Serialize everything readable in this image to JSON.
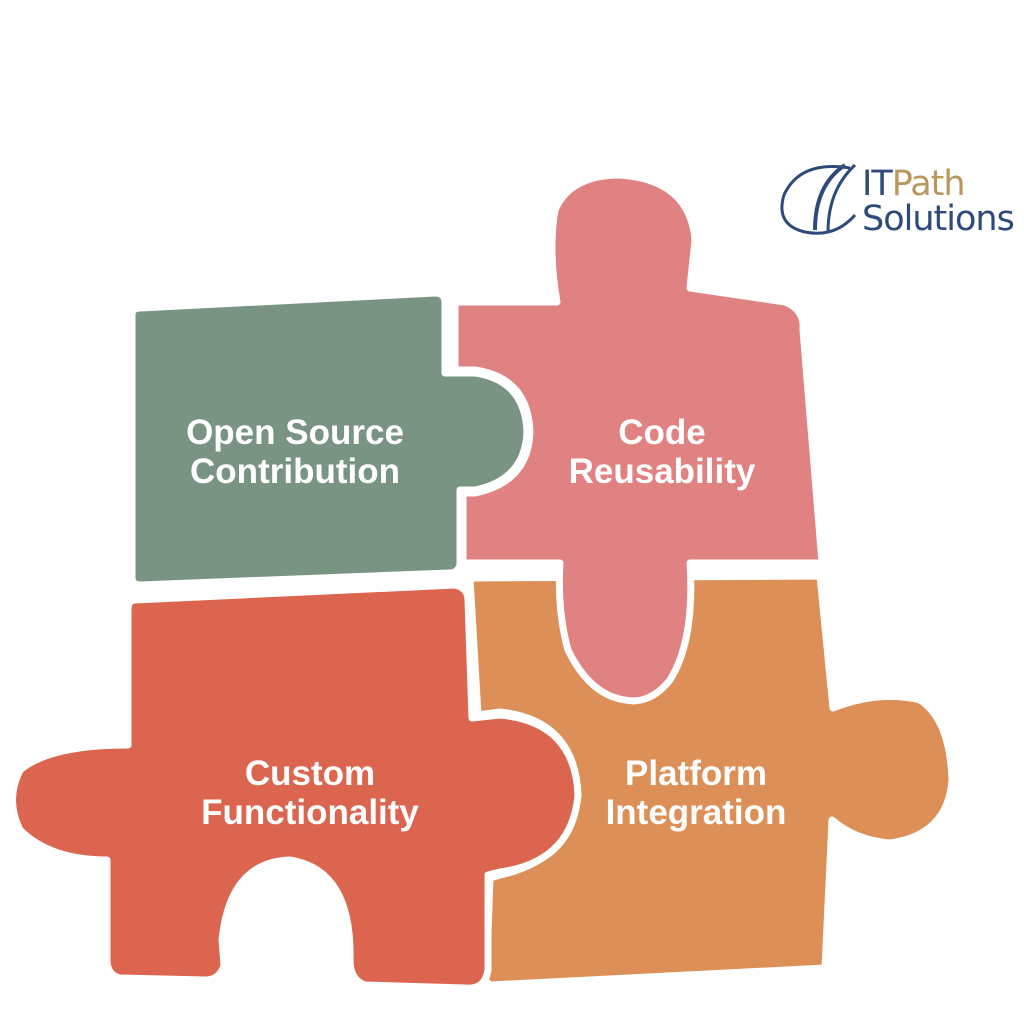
{
  "logo": {
    "line1_a": "IT",
    "line1_b": "Path",
    "line2": "Solutions",
    "navy": "#2e4a7a",
    "gold": "#b9985e"
  },
  "pieces": [
    {
      "id": "open-source",
      "line1": "Open Source",
      "line2": "Contribution",
      "color": "#7a9484"
    },
    {
      "id": "code-reuse",
      "line1": "Code",
      "line2": "Reusability",
      "color": "#e08282"
    },
    {
      "id": "custom",
      "line1": "Custom",
      "line2": "Functionality",
      "color": "#dc654f"
    },
    {
      "id": "platform",
      "line1": "Platform",
      "line2": "Integration",
      "color": "#dc9058"
    }
  ]
}
